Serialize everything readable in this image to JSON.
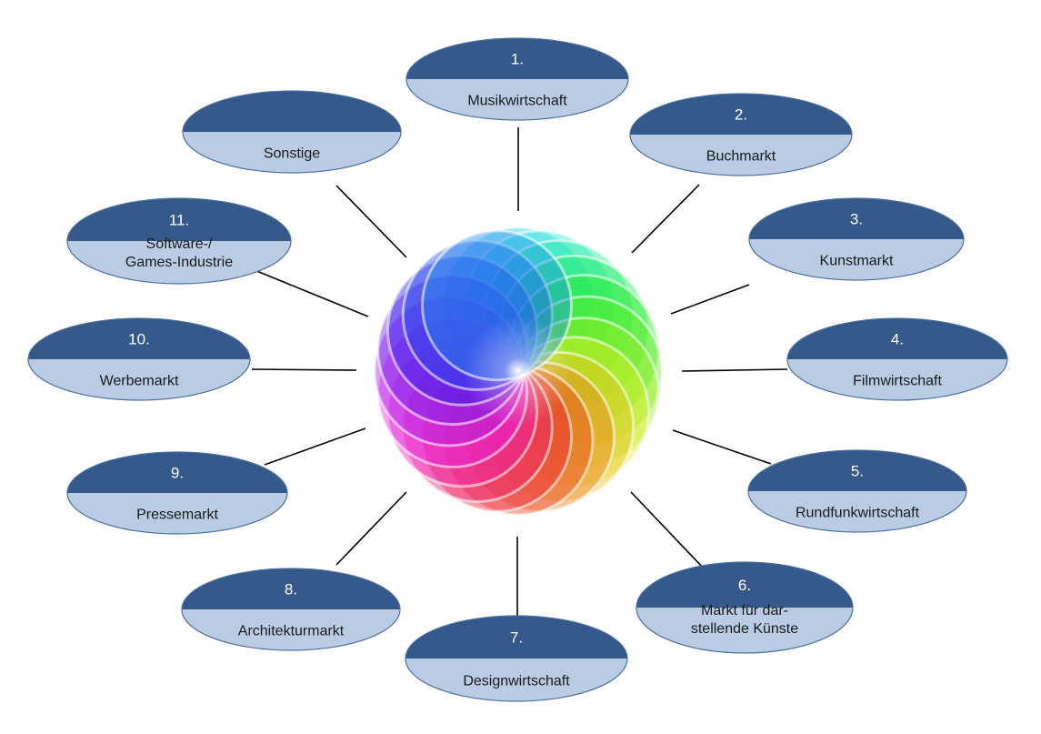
{
  "diagram": {
    "colors": {
      "top": "#35598a",
      "bottom": "#b9cce4",
      "outline": "#4a6fa0"
    },
    "center_icon": "multicolor-rosette-flower",
    "nodes": [
      {
        "id": "musik",
        "number": "1.",
        "label": [
          "Musikwirtschaft"
        ]
      },
      {
        "id": "buch",
        "number": "2.",
        "label": [
          "Buchmarkt"
        ]
      },
      {
        "id": "kunst",
        "number": "3.",
        "label": [
          "Kunstmarkt"
        ]
      },
      {
        "id": "film",
        "number": "4.",
        "label": [
          "Filmwirtschaft"
        ]
      },
      {
        "id": "rundfunk",
        "number": "5.",
        "label": [
          "Rundfunkwirtschaft"
        ]
      },
      {
        "id": "darst",
        "number": "6.",
        "label": [
          "Markt für dar-",
          "stellende Künste"
        ]
      },
      {
        "id": "design",
        "number": "7.",
        "label": [
          "Designwirtschaft"
        ]
      },
      {
        "id": "architekt",
        "number": "8.",
        "label": [
          "Architekturmarkt"
        ]
      },
      {
        "id": "presse",
        "number": "9.",
        "label": [
          "Pressemarkt"
        ]
      },
      {
        "id": "werbe",
        "number": "10.",
        "label": [
          "Werbemarkt"
        ]
      },
      {
        "id": "software",
        "number": "11.",
        "label": [
          "Software-/",
          "Games-Industrie"
        ]
      },
      {
        "id": "sonstige",
        "number": "",
        "label": [
          "Sonstige"
        ]
      }
    ]
  }
}
